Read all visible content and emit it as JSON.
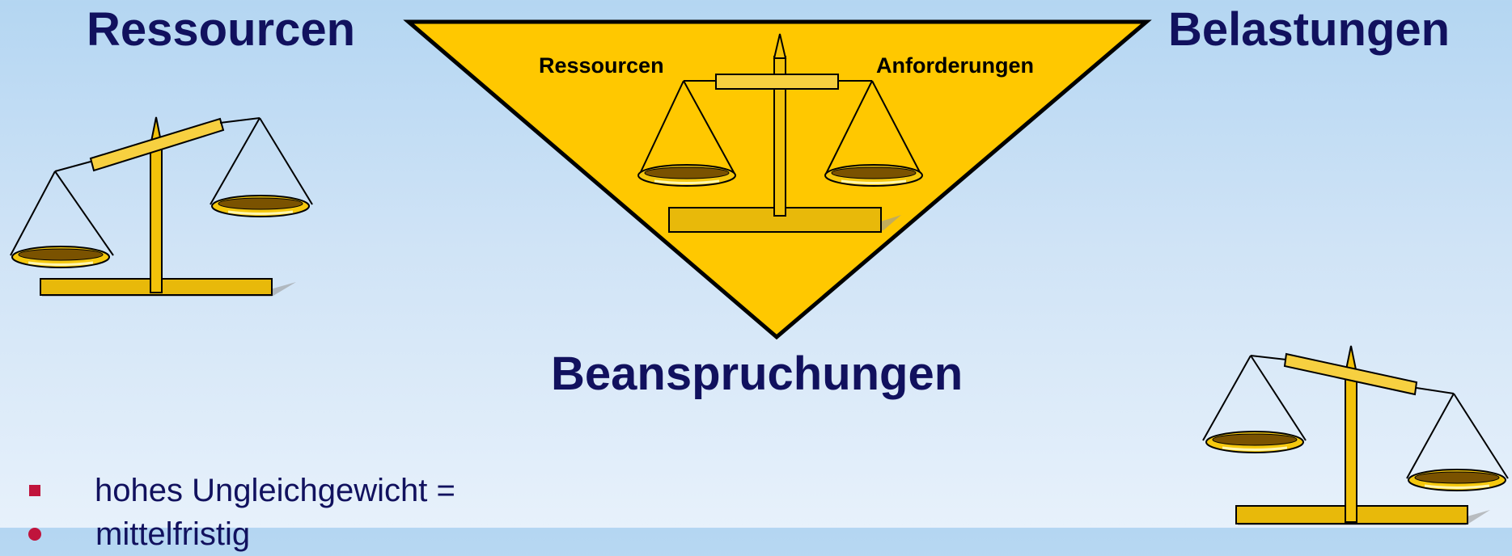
{
  "headings": {
    "left": "Ressourcen",
    "right": "Belastungen",
    "bottom": "Beanspruchungen"
  },
  "center_scale": {
    "left_label": "Ressourcen",
    "right_label": "Anforderungen"
  },
  "bullets": [
    {
      "text": "hohes Ungleichgewicht =",
      "marker": "square"
    },
    {
      "text": "mittelfristig",
      "marker": "circle"
    }
  ],
  "colors": {
    "heading": "#11115e",
    "triangle": "#ffc800",
    "gold": "#f2c20a",
    "bullet": "#c0143c"
  },
  "icons": [
    "scale-icon",
    "scale-icon",
    "scale-icon"
  ]
}
